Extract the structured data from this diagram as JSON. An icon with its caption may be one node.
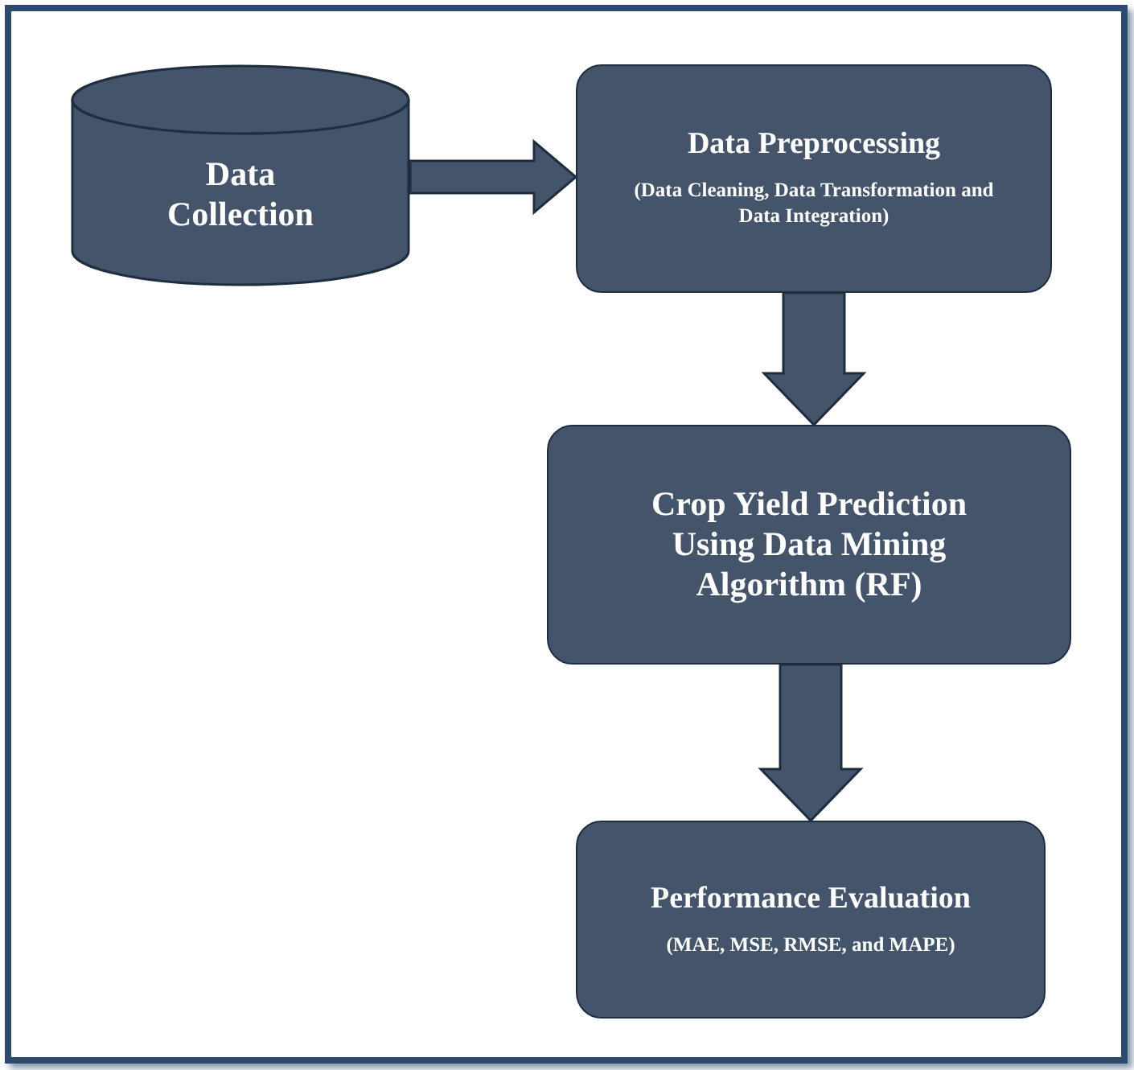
{
  "diagram": {
    "nodes": [
      {
        "text": [
          "Data Collection"
        ]
      },
      {
        "text": [
          "Data Preprocessing",
          "(Data Cleaning, Data Transformation and Data Integration)"
        ]
      },
      {
        "text": [
          "Crop Yield Prediction Using Data Mining Algorithm (RF)"
        ]
      },
      {
        "text": [
          "Performance Evaluation",
          "(MAE, MSE, RMSE, and MAPE)"
        ]
      }
    ],
    "edges": [
      {
        "from": 0,
        "to": 1,
        "arrow": "to"
      },
      {
        "from": 1,
        "to": 2,
        "arrow": "to"
      },
      {
        "from": 2,
        "to": 3,
        "arrow": "to"
      }
    ]
  }
}
